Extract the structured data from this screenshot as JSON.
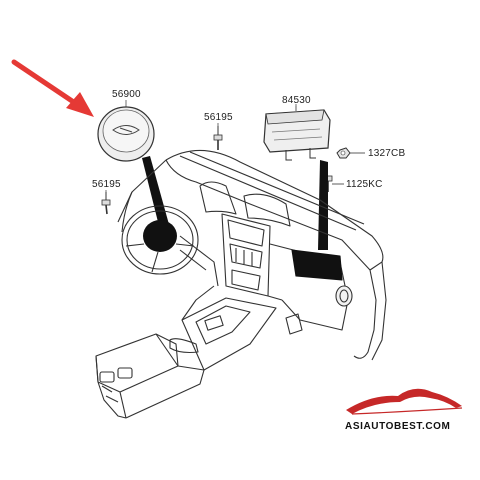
{
  "parts": {
    "driver_airbag": "56900",
    "bolt_upper": "56195",
    "bolt_left": "56195",
    "passenger_airbag": "84530",
    "nut": "1327CB",
    "bolt_passenger": "1125KC"
  },
  "watermark": {
    "text": "ASIAUTOBEST.COM"
  },
  "colors": {
    "arrow": "#e53935",
    "swoosh": "#c62828",
    "line": "#333333",
    "part_fill": "#f0f0f0"
  }
}
